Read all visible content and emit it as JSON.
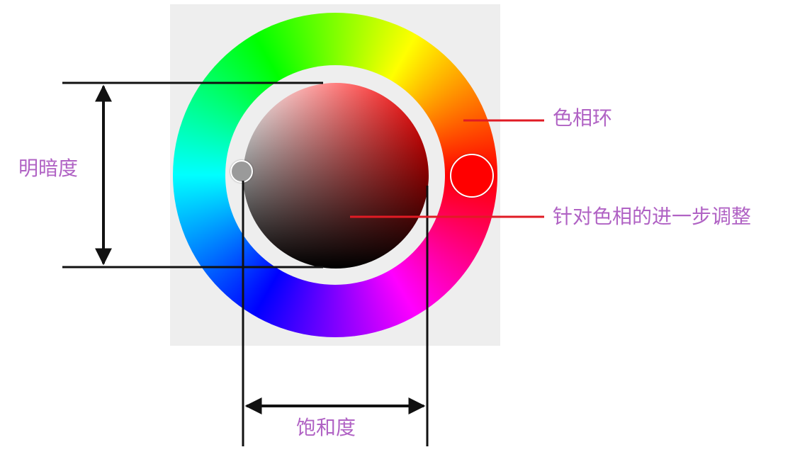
{
  "labels": {
    "hue_ring": "色相环",
    "hue_adjust": "针对色相的进一步调整",
    "brightness": "明暗度",
    "saturation": "饱和度"
  },
  "colors": {
    "panel_background": "#eeeeee",
    "selected_hue": "#ff0000",
    "label_text": "#b062c4",
    "pointer_line": "#e01b24",
    "dimension_line": "#111111"
  },
  "state": {
    "selected_hue_degrees": 0
  }
}
